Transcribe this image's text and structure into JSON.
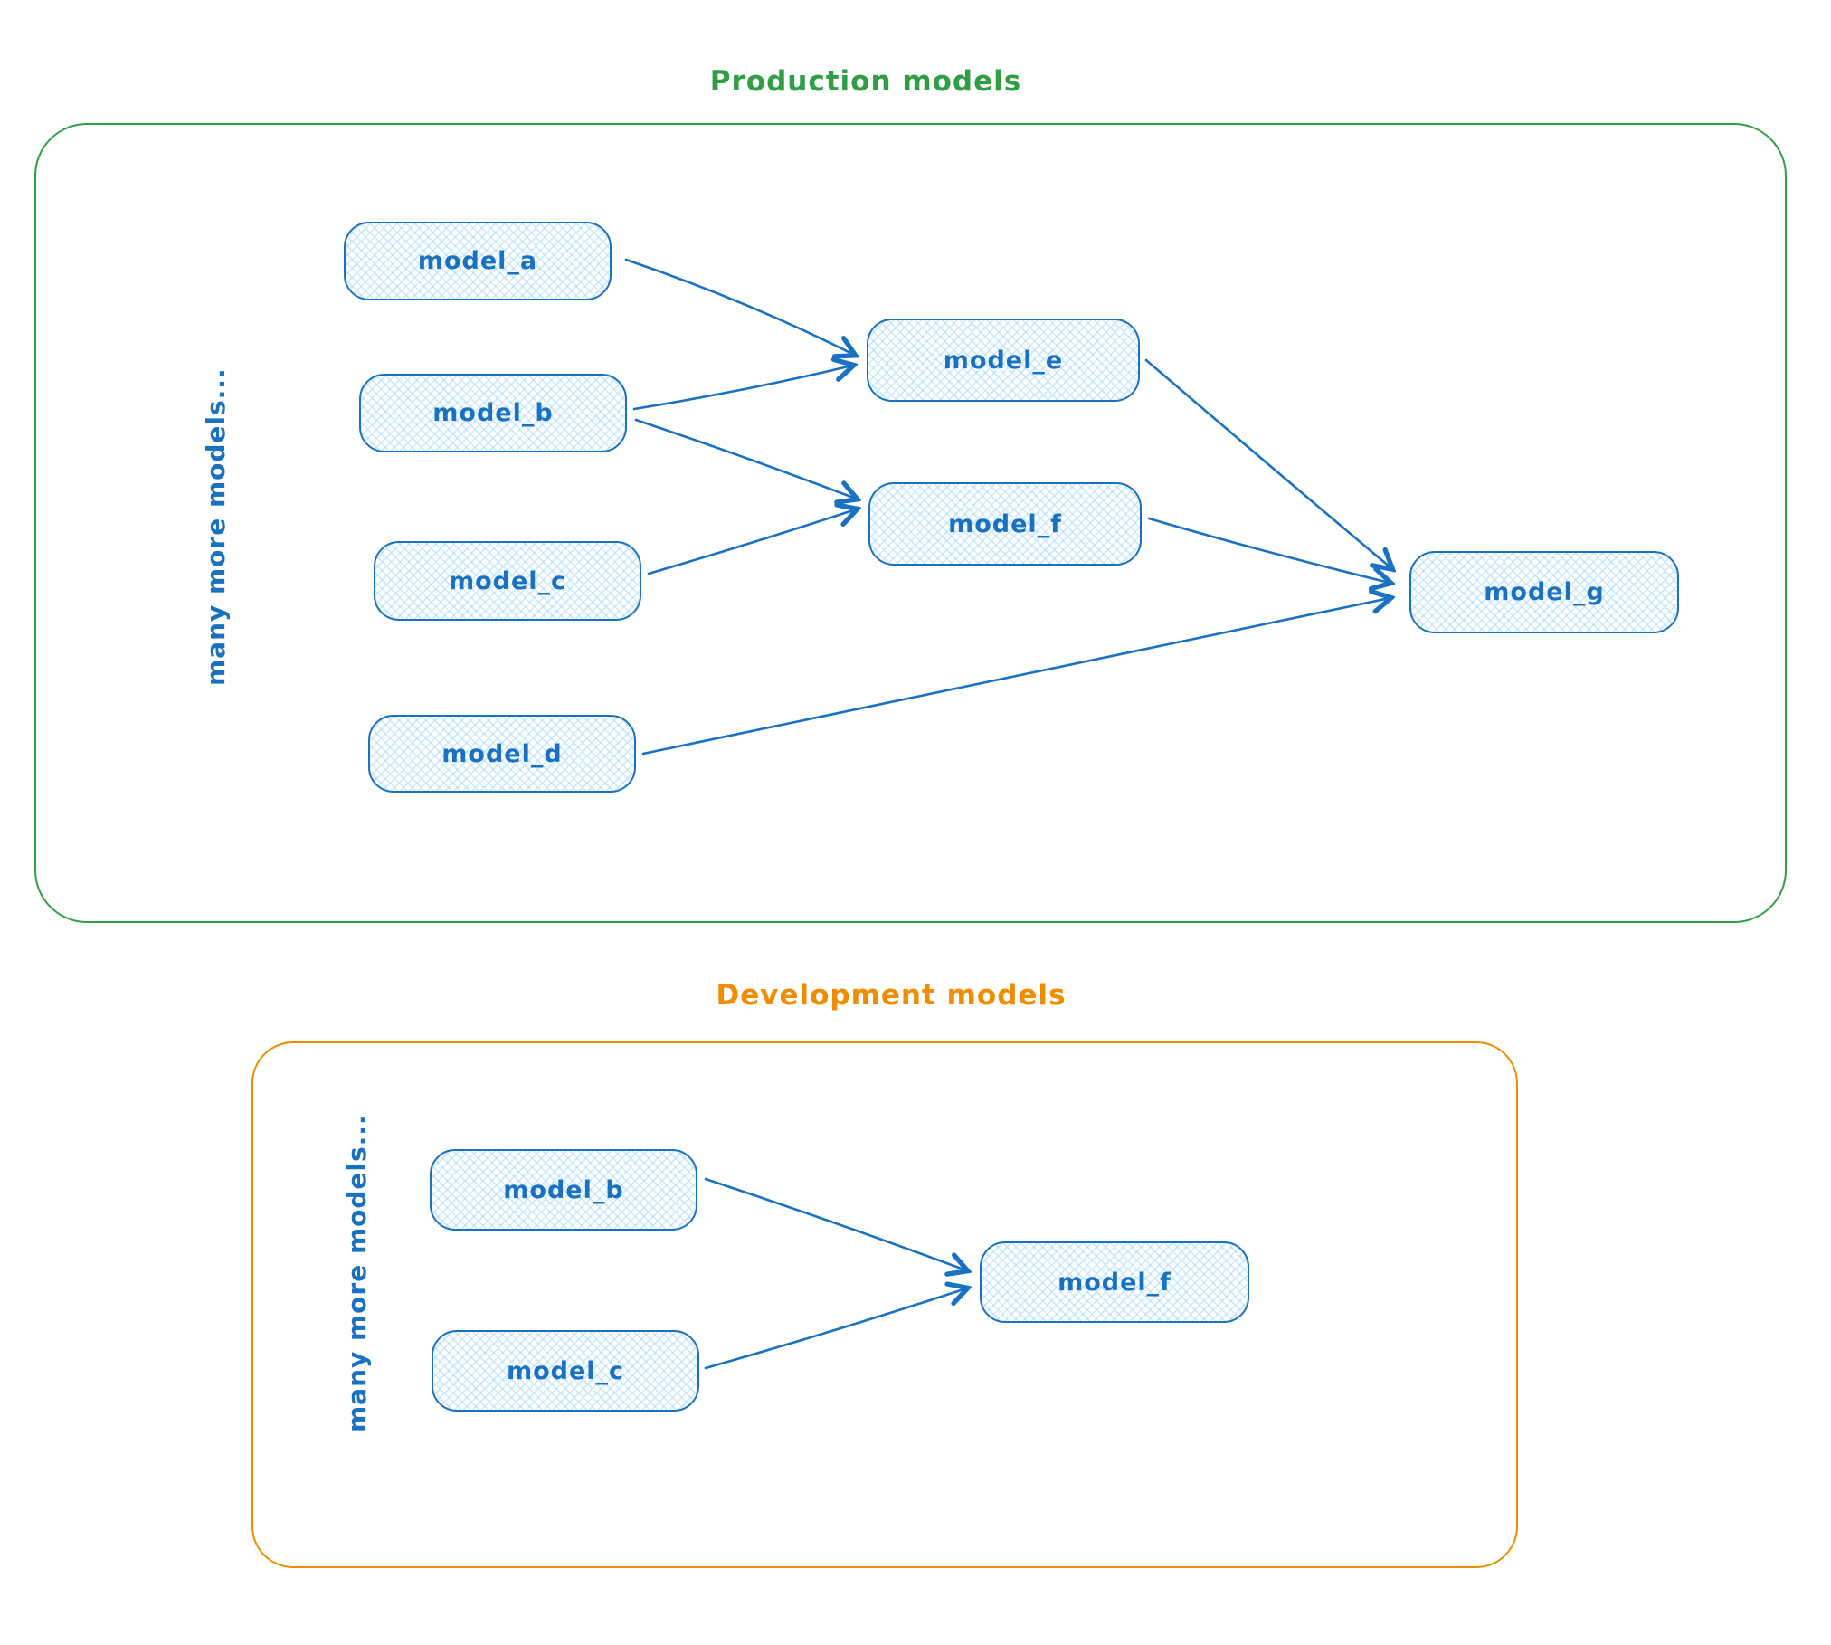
{
  "colors": {
    "node_stroke": "#1971c2",
    "node_fill": "#a5d8ff",
    "production_border": "#2f9e44",
    "development_border": "#f08c00"
  },
  "production": {
    "title": "Production models",
    "side_note": "many more models...",
    "nodes": [
      {
        "id": "model_a",
        "label": "model_a"
      },
      {
        "id": "model_b",
        "label": "model_b"
      },
      {
        "id": "model_c",
        "label": "model_c"
      },
      {
        "id": "model_d",
        "label": "model_d"
      },
      {
        "id": "model_e",
        "label": "model_e"
      },
      {
        "id": "model_f",
        "label": "model_f"
      },
      {
        "id": "model_g",
        "label": "model_g"
      }
    ],
    "edges": [
      {
        "from": "model_a",
        "to": "model_e"
      },
      {
        "from": "model_b",
        "to": "model_e"
      },
      {
        "from": "model_b",
        "to": "model_f"
      },
      {
        "from": "model_c",
        "to": "model_f"
      },
      {
        "from": "model_e",
        "to": "model_g"
      },
      {
        "from": "model_f",
        "to": "model_g"
      },
      {
        "from": "model_d",
        "to": "model_g"
      }
    ]
  },
  "development": {
    "title": "Development models",
    "side_note": "many more models...",
    "nodes": [
      {
        "id": "model_b",
        "label": "model_b"
      },
      {
        "id": "model_c",
        "label": "model_c"
      },
      {
        "id": "model_f",
        "label": "model_f"
      }
    ],
    "edges": [
      {
        "from": "model_b",
        "to": "model_f"
      },
      {
        "from": "model_c",
        "to": "model_f"
      }
    ]
  }
}
